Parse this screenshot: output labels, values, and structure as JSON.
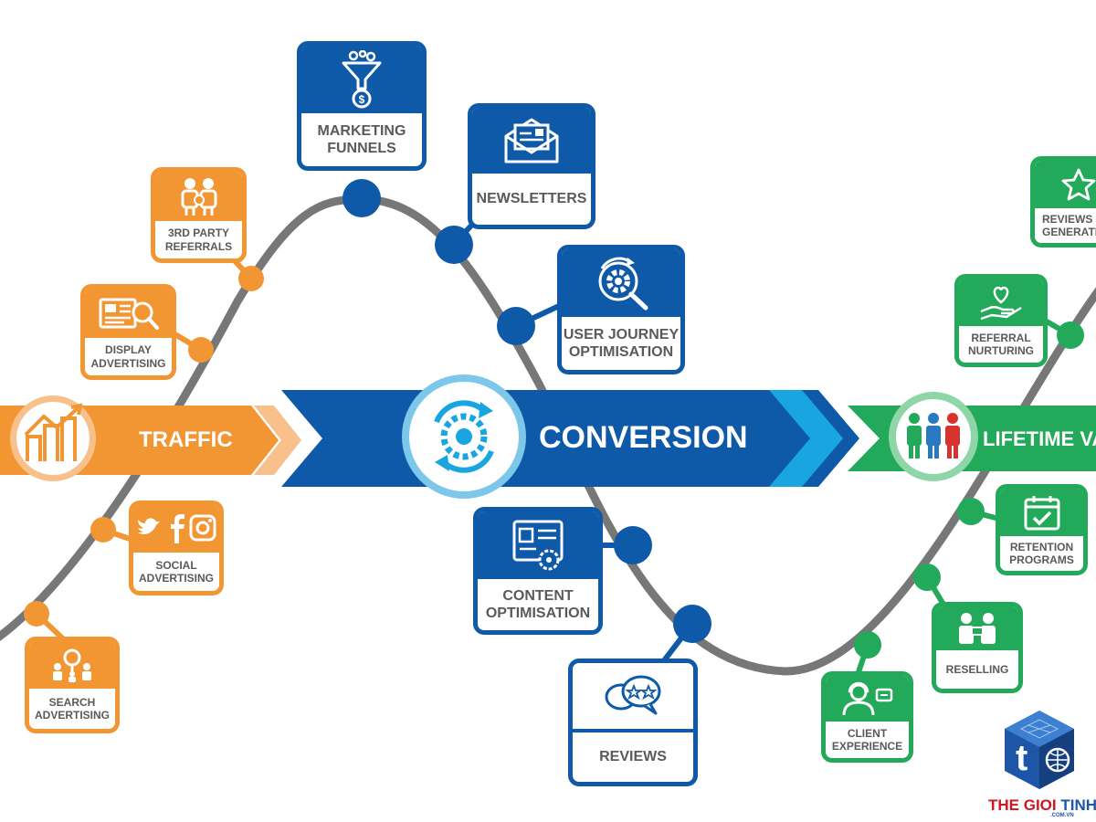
{
  "stages": {
    "traffic": "TRAFFIC",
    "conversion": "CONVERSION",
    "lifetime": "LIFETIME VA"
  },
  "cards": {
    "search_advertising": "SEARCH\nADVERTISING",
    "social_advertising": "SOCIAL\nADVERTISING",
    "display_advertising": "DISPLAY\nADVERTISING",
    "third_party_referrals": "3RD PARTY\nREFERRALS",
    "marketing_funnels": "MARKETING\nFUNNELS",
    "newsletters": "NEWSLETTERS",
    "user_journey": "USER JOURNEY\nOPTIMISATION",
    "content_optimisation": "CONTENT\nOPTIMISATION",
    "reviews": "REVIEWS",
    "client_experience": "CLIENT\nEXPERIENCE",
    "reselling": "RESELLING",
    "retention_programs": "RETENTION\nPROGRAMS",
    "referral_nurturing": "REFERRAL\nNURTURING",
    "reviews_generation": "REVIEWS\nGENERATION"
  },
  "logo": {
    "letter": "t",
    "name_red": "THE GIOI",
    "name_blue": "TINHOC",
    "domain": ".COM.VN"
  },
  "icons": {
    "traffic": "growth-chart-icon",
    "conversion": "gear-cycle-icon",
    "lifetime": "people-dollar-icon",
    "search_advertising": "people-search-icon",
    "social_advertising": "social-media-icon",
    "display_advertising": "newspaper-search-icon",
    "third_party_referrals": "two-people-icon",
    "marketing_funnels": "funnel-dollar-icon",
    "newsletters": "envelope-icon",
    "user_journey": "gear-search-icon",
    "content_optimisation": "content-page-icon",
    "reviews": "star-speech-icon",
    "client_experience": "support-agent-icon",
    "reselling": "seller-icon",
    "retention_programs": "calendar-check-icon",
    "referral_nurturing": "heart-hand-icon",
    "reviews_generation": "star-icon"
  },
  "colors": {
    "traffic": "#f29634",
    "conversion": "#0f5aa8",
    "lifetime": "#23a95a",
    "curve": "#777777",
    "logo_red": "#d0161e",
    "logo_blue": "#1d56a6"
  }
}
